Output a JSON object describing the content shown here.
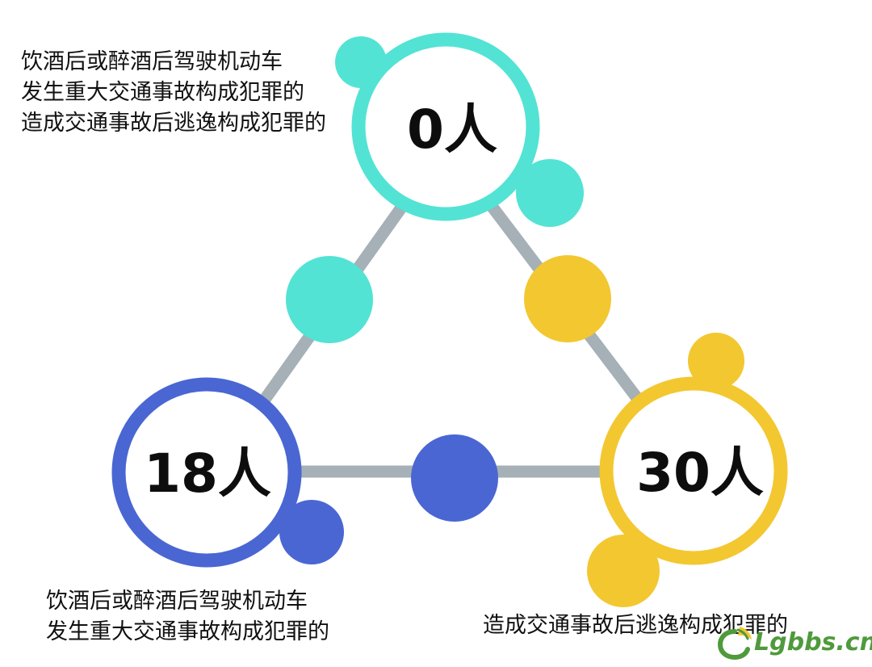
{
  "colors": {
    "teal": "#52e3d4",
    "yellow": "#f3c730",
    "blue": "#4a66d3",
    "connector": "#a5b0b7",
    "text": "#111111"
  },
  "nodes": {
    "top": {
      "count": "0人"
    },
    "left": {
      "count": "18人"
    },
    "right": {
      "count": "30人"
    }
  },
  "notes": {
    "top": [
      "饮酒后或醉酒后驾驶机动车",
      "发生重大交通事故构成犯罪的",
      "造成交通事故后逃逸构成犯罪的"
    ],
    "left": [
      "饮酒后或醉酒后驾驶机动车",
      "发生重大交通事故构成犯罪的"
    ],
    "right": [
      "造成交通事故后逃逸构成犯罪的"
    ]
  },
  "watermark": {
    "text": "Lgbbs.cn"
  }
}
